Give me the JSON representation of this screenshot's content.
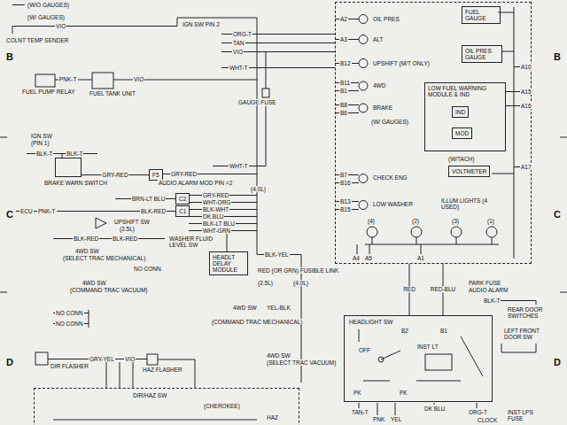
{
  "diagram": {
    "nodes": [
      {
        "text": [
          "ILLUM LIGHTS (4 USED)"
        ]
      },
      {
        "text": [
          "FUEL GAUGE"
        ],
        "in": 0
      },
      {
        "text": [
          "OIL PRES GAUGE"
        ],
        "in": 0
      },
      {
        "text": [
          "LOW FUEL WARNING MODULE & IND"
        ],
        "in": 0
      },
      {
        "text": [
          "IND"
        ],
        "in": 3
      },
      {
        "text": [
          "MOD"
        ],
        "in": 3
      },
      {
        "text": [
          "VOLTMETER"
        ],
        "in": 0
      },
      {
        "text": [
          "BRAKE WARN SWITCH"
        ]
      },
      {
        "text": [
          "F5"
        ]
      },
      {
        "text": [
          "C2"
        ]
      },
      {
        "text": [
          "C1"
        ]
      },
      {
        "text": [
          "HEADLT DELAY MODULE"
        ]
      },
      {
        "text": [
          "HEADLIGHT SW"
        ]
      },
      {
        "text": [
          "DIR/HAZ SW",
          "(CHEROKEE)"
        ]
      }
    ],
    "edges": [
      {
        "from": 7,
        "to": 8,
        "arrow": "none",
        "label": "GRY-RED"
      },
      {
        "from": 0,
        "to": 12,
        "arrow": "none",
        "label": "RED"
      },
      {
        "from": 0,
        "to": 12,
        "arrow": "none",
        "label": "RED-BLU"
      }
    ],
    "labels": [
      "B",
      "C",
      "D",
      "B",
      "C",
      "D",
      "(W/O GAUGES)",
      "(W/ GAUGES)",
      "VIO",
      "COLNT TEMP SENDER",
      "IGN SW PIN 2",
      "ORG-T",
      "TAN",
      "VIO",
      "WHT-T",
      "GAUGE FUSE",
      "PNK-T",
      "VIO",
      "FUEL PUMP RELAY",
      "FUEL TANK UNIT",
      "IGN SW",
      "(PIN 1)",
      "BLK-T",
      "BLK-T",
      "GRY-RED",
      "AUDIO ALARM MOD PIN =2",
      "(4.0L)",
      "ECU",
      "PNK-T",
      "BRN-LT BLU",
      "BLK-RED",
      "GRY-RED",
      "WHT-ORG",
      "BLK-WHT",
      "DK BLU",
      "BLK-LT BLU",
      "WHT-GRN",
      "WHT-T",
      "UPSHIFT SW",
      "(2.5L)",
      "WASHER FLUID LEVEL SW",
      "BLK-RED",
      "BLK-RED",
      "4WD SW",
      "(SELECT TRAC MECHANICAL)",
      "NO CONN",
      "BLK-YEL",
      "RED (OR GRN) FUSIBLE LINK",
      "(2.5L)",
      "(4.0L)",
      "4WD SW",
      "(COMMAND TRAC VACUUM)",
      "NO CONN",
      "NO CONN",
      "4WD SW",
      "YEL-BLK",
      "(COMMAND TRAC MECHANICAL)",
      "4WD SW",
      "(SELECT TRAC VACUUM)",
      "DIR FLASHER",
      "GRY-YEL",
      "VIO",
      "HAZ FLASHER",
      "HAZ",
      "TAN-T",
      "A2",
      "OIL PRES",
      "A3",
      "ALT",
      "B12",
      "UPSHIFT (M/T ONLY)",
      "B11",
      "B1",
      "4WD",
      "B8",
      "B6",
      "BRAKE",
      "(W/ GAUGES)",
      "(W/TACH)",
      "B7",
      "B16",
      "CHECK ENG",
      "B13",
      "B15",
      "LOW WASHER",
      "A10",
      "A15",
      "A16",
      "A17",
      "(4)",
      "(2)",
      "(3)",
      "(1)",
      "A4",
      "A5",
      "A1",
      "PARK FUSE",
      "AUDIO ALARM",
      "BLK-T",
      "REAR DOOR SWITCHES",
      "LEFT FRONT DOOR SW",
      "B2",
      "B1",
      "OFF",
      "INST LT",
      "PK",
      "PK",
      "DK BLU",
      "ORG-T",
      "CLOCK",
      "INST LPS FUSE",
      "PNK",
      "YEL"
    ]
  }
}
